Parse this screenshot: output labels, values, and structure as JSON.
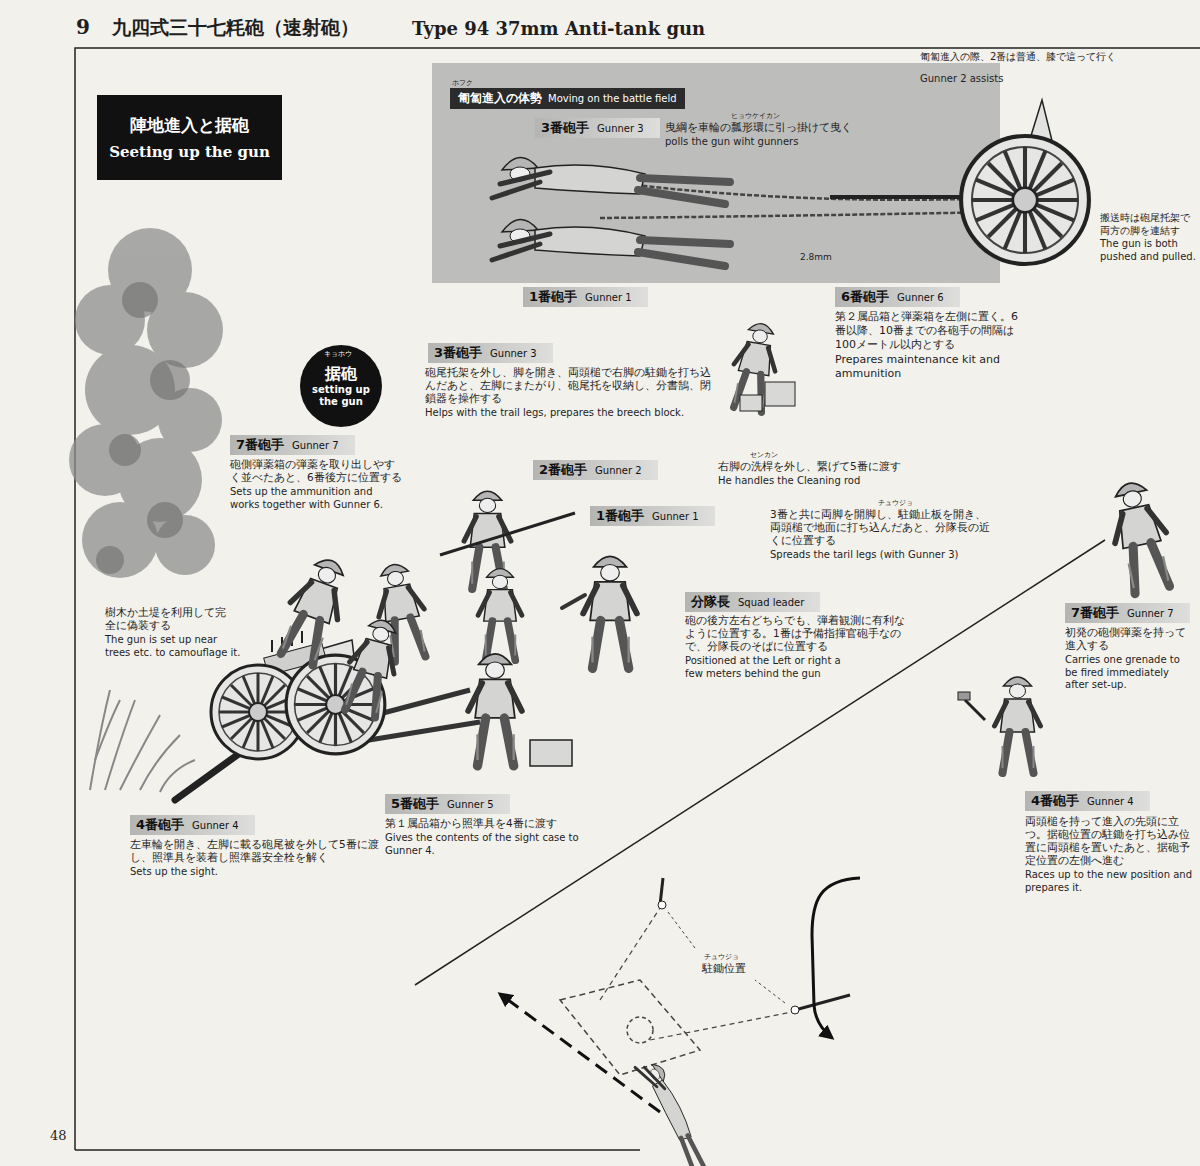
{
  "diagram": {
    "title": "九四式三十七粍砲（速射砲）",
    "nodes": [
      {
        "text": [
          "陣地進入と据砲",
          "Seeting up the gun"
        ]
      },
      {
        "text": [
          "匍匐進入の体勢",
          "Moving on the battle field"
        ]
      },
      {
        "text": [
          "3番砲手",
          "Gunner 3"
        ],
        "in": 1
      },
      {
        "text": [
          "1番砲手",
          "Gunner 1"
        ]
      },
      {
        "text": [
          "6番砲手",
          "Gunner 6"
        ]
      },
      {
        "text": [
          "据砲",
          "setting up the gun"
        ]
      },
      {
        "text": [
          "3番砲手",
          "Gunner 3"
        ]
      },
      {
        "text": [
          "7番砲手",
          "Gunner 7"
        ]
      },
      {
        "text": [
          "2番砲手",
          "Gunner 2"
        ]
      },
      {
        "text": [
          "1番砲手",
          "Gunner 1"
        ]
      },
      {
        "text": [
          "分隊長",
          "Squad leader"
        ]
      },
      {
        "text": [
          "7番砲手",
          "Gunner 7"
        ]
      },
      {
        "text": [
          "4番砲手",
          "Gunner 4"
        ]
      },
      {
        "text": [
          "5番砲手",
          "Gunner 5"
        ]
      },
      {
        "text": [
          "4番砲手",
          "Gunner 4"
        ]
      }
    ],
    "labels": [
      "9",
      "Type 94 37mm Anti-tank gun",
      "ホフク",
      "匍匐進入の際、2番は普通、膝で這って行く",
      "Gunner 2 assists",
      "ヒョウケイカン",
      "曳綱を車輪の瓢形環に引っ掛けて曳く",
      "polls the gun wiht gunners",
      "2.8mm",
      "搬送時は砲尾托架で両方の脚を連結す",
      "The gun is both pushed and pulled.",
      "第２属品箱と弾薬箱を左側に置く。6番以降、10番までの各砲手の間隔は100メートル以内とする",
      "Prepares maintenance kit and ammunition",
      "キョホウ",
      "砲尾托架を外し、脚を開き、両頭槌で右脚の駐鋤を打ち込んだあと、左脚にまたがり、砲尾托を収納し、分書鵠、閉鎖器を操作する",
      "Helps with the trail legs, prepares the breech block.",
      "砲側弾薬箱の弾薬を取り出しやすく並べたあと、6番後方に位置する",
      "Sets up the ammunition and works together with Gunner 6.",
      "センカン",
      "右脚の洗桿を外し、繋げて5番に渡す",
      "He handles the Cleaning rod",
      "チュウジョ",
      "3番と共に両脚を開脚し、駐鋤止板を開き、両頭槌で地面に打ち込んだあと、分隊長の近くに位置する",
      "Spreads the taril legs (with Gunner 3)",
      "砲の後方左右どちらでも、弾着観測に有利なように位置する。1番は予備指揮官砲手なので、分隊長のそばに位置する",
      "Positioned at the Left or right a few meters behind the gun",
      "樹木か土堤を利用して完全に偽装する",
      "The gun is set up near trees etc. to camouflage it.",
      "左車輪を開き、左脚に載る砲尾被を外して5番に渡し、照準具を装着し照準器安全栓を解く",
      "Sets up the sight.",
      "第１属品箱から照準具を4番に渡す",
      "Gives the contents of the sight case to Gunner 4.",
      "初発の砲側弾薬を持って進入する",
      "Carries one grenade to be fired immediately after set-up.",
      "両頭槌を持って進入の先頭に立つ。据砲位置の駐鋤を打ち込み位置に両頭槌を置いたあと、据砲予定位置の左側へ進む",
      "Races up to the new position and prepares it.",
      "チュウジョ",
      "駐鋤位置",
      "48"
    ]
  }
}
